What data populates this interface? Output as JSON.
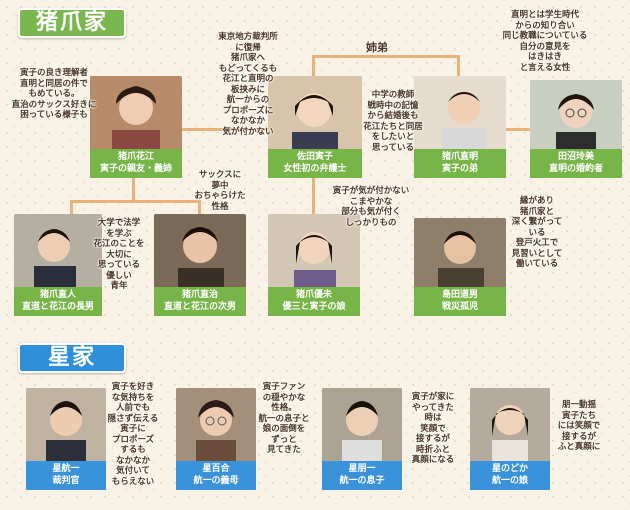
{
  "families": {
    "inokuma": {
      "title": "猪爪家",
      "color": "#7ab84f"
    },
    "hoshi": {
      "title": "星家",
      "color": "#2f8fd9"
    }
  },
  "relations": {
    "siblings": "姉弟"
  },
  "people": {
    "hanae": {
      "name": "猪爪花江",
      "role": "寅子の親友・義姉"
    },
    "tomoko": {
      "name": "佐田寅子",
      "role": "女性初の弁護士"
    },
    "naoaki": {
      "name": "猪爪直明",
      "role": "寅子の弟"
    },
    "tamaki": {
      "name": "田沼玲美",
      "role": "直明の婚約者"
    },
    "naoto": {
      "name": "猪爪直人",
      "role": "直道と花江の長男"
    },
    "naoji": {
      "name": "猪爪直治",
      "role": "直道と花江の次男"
    },
    "yuumi": {
      "name": "猪爪優未",
      "role": "優三と寅子の娘"
    },
    "michio": {
      "name": "島田道男",
      "role": "戦災孤児"
    },
    "koichi": {
      "name": "星航一",
      "role": "裁判官"
    },
    "yuri": {
      "name": "星百合",
      "role": "航一の義母"
    },
    "tomokazu": {
      "name": "星朋一",
      "role": "航一の息子"
    },
    "nodoka": {
      "name": "星のどか",
      "role": "航一の娘"
    }
  },
  "notes": {
    "hanae": "寅子の良き理解者\n直明と同居の件で\nもめている。\n直治のサックス好きに\n困っている様子も",
    "tomoko": "東京地方裁判所\nに復帰\n猪爪家へ\nもどってくるも\n花江と直明の\n板挟みに\n航一からの\nプロポーズに\nなかなか\n気が付かない",
    "naoaki": "中学の教師\n戦時中の記憶\nから結婚後も\n花江たちと同居\nをしたいと\n思っている",
    "tamaki": "直明とは学生時代\nからの知り合い\n同じ教職についている\n自分の意見を\nはきはき\nと言える女性",
    "naoto": "大学で法学\nを学ぶ\n花江のことを\n大切に\n思っている\n優しい\n青年",
    "naoji": "サックスに\n夢中\nおちゃらけた\n性格",
    "yuumi": "寅子が気が付かない\nこまやかな\n部分も気が付く\nしっかりもの",
    "michio": "縁があり\n猪爪家と\n深く繋がって\nいる\n登戸火工で\n見習いとして\n働いている",
    "koichi": "寅子を好き\nな気持ちを\n人前でも\n隠さず伝える\n寅子に\nプロポーズ\nするも\nなかなか\n気付いて\nもらえない",
    "yuri": "寅子ファン\nの穏やかな\n性格。\n航一の息子と\n娘の面倒を\nずっと\n見てきた",
    "tomokazu": "寅子が家に\nやってきた\n時は\n笑顔で\n接するが\n時折ふと\n真顔になる",
    "nodoka": "朋一動揺\n寅子たち\nには笑顔で\n接するが\nふと真顔に"
  }
}
